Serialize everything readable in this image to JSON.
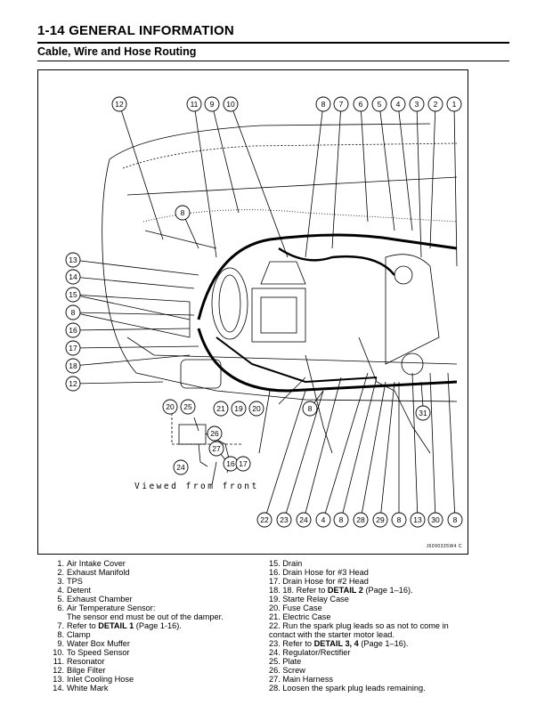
{
  "header": {
    "page_title": "1-14 GENERAL INFORMATION",
    "section_title": "Cable, Wire and Hose Routing"
  },
  "figure": {
    "callouts": [
      "12",
      "11",
      "9",
      "10",
      "8",
      "7",
      "6",
      "5",
      "4",
      "3",
      "2",
      "1",
      "8",
      "13",
      "14",
      "15",
      "8",
      "16",
      "17",
      "18",
      "12",
      "20",
      "25",
      "21",
      "19",
      "20",
      "8",
      "26",
      "27",
      "24",
      "16",
      "17",
      "31",
      "22",
      "23",
      "24",
      "4",
      "8",
      "28",
      "29",
      "8",
      "13",
      "30",
      "8"
    ],
    "viewed_caption": "Viewed from front",
    "figure_code": "J6090335W4 C"
  },
  "legend_left": [
    {
      "num": "1.",
      "text": "Air Intake Cover"
    },
    {
      "num": "2.",
      "text": "Exhaust Manifold"
    },
    {
      "num": "3.",
      "text": "TPS"
    },
    {
      "num": "4.",
      "text": "Detent"
    },
    {
      "num": "5.",
      "text": "Exhaust Chamber"
    },
    {
      "num": "6.",
      "text": "Air Temperature Sensor:"
    },
    {
      "num": "",
      "text": "The sensor end must be out of the damper."
    },
    {
      "num": "7.",
      "text": "Refer to ",
      "bold": "DETAIL 1",
      "after": " (Page 1-16)."
    },
    {
      "num": "8.",
      "text": "Clamp"
    },
    {
      "num": "9.",
      "text": "Water Box Muffer"
    },
    {
      "num": "10.",
      "text": "To Speed Sensor"
    },
    {
      "num": "11.",
      "text": "Resonator"
    },
    {
      "num": "12.",
      "text": "Bilge Filter"
    },
    {
      "num": "13.",
      "text": "Inlet Cooling Hose"
    },
    {
      "num": "14.",
      "text": "White Mark"
    }
  ],
  "legend_right": [
    {
      "text": "15. Drain"
    },
    {
      "text": "16. Drain Hose for #3 Head"
    },
    {
      "text": "17. Drain Hose for #2 Head"
    },
    {
      "text": "18. 18.  Refer to ",
      "bold": "DETAIL 2",
      "after": " (Page 1–16)."
    },
    {
      "text": "19. Starte Relay Case"
    },
    {
      "text": "20. Fuse Case"
    },
    {
      "text": "21. Electric Case"
    },
    {
      "text": "22. Run the spark plug leads so as not to come in"
    },
    {
      "text": "      contact with the starter motor lead."
    },
    {
      "text": "23. Refer to ",
      "bold": "DETAIL 3, 4",
      "after": " (Page 1–16)."
    },
    {
      "text": "24. Regulator/Rectifier"
    },
    {
      "text": "25. Plate"
    },
    {
      "text": "26. Screw"
    },
    {
      "text": "27. Main Harness"
    },
    {
      "text": "28. Loosen the spark plug leads remaining."
    }
  ]
}
